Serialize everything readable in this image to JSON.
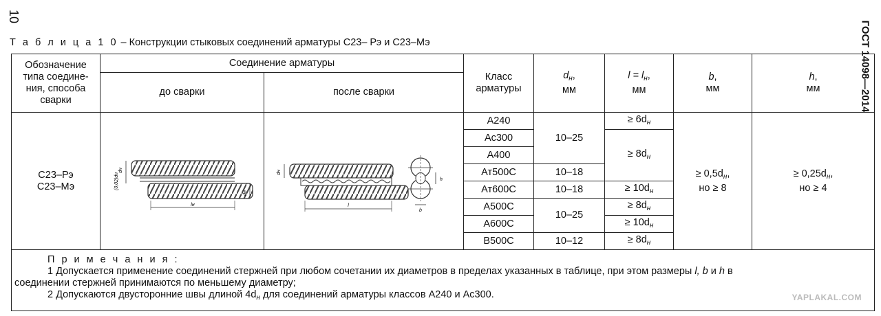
{
  "page_number": "10",
  "standard_code": "ГОСТ 14098—2014",
  "caption": {
    "label": "Т а б л и ц а  1 0",
    "dash": "–",
    "text": "Конструкции стыковых соединений арматуры С23– Рэ и С23–Мэ"
  },
  "headers": {
    "designation": [
      "Обозначение",
      "типа соедине-",
      "ния, способа",
      "сварки"
    ],
    "joint": "Соединение арматуры",
    "before": "до сварки",
    "after": "после сварки",
    "class": [
      "Класс",
      "арматуры"
    ],
    "d_symbol": "d",
    "d_sub": "н",
    "d_unit": "мм",
    "l_symbol": "l = l",
    "l_sub": "н",
    "l_unit": "мм",
    "b_symbol": "b",
    "b_unit": "мм",
    "h_symbol": "h",
    "h_unit": "мм"
  },
  "type_codes": [
    "С23–Рэ",
    "С23–Мэ"
  ],
  "drawing_labels": {
    "d": "dн",
    "gap": "(0,02)dн",
    "ln": "lн",
    "l": "l",
    "b": "b",
    "h": "h"
  },
  "rows": [
    {
      "class": "А240",
      "d": "10–25",
      "l": "≥ 6d"
    },
    {
      "class": "Ас300",
      "d": "",
      "l": "≥ 8d"
    },
    {
      "class": "А400",
      "d": "",
      "l": ""
    },
    {
      "class": "Ат500С",
      "d": "10–18",
      "l": ""
    },
    {
      "class": "Ат600С",
      "d": "10–18",
      "l": "≥ 10d"
    },
    {
      "class": "А500С",
      "d": "10–25",
      "l": "≥ 8d"
    },
    {
      "class": "А600С",
      "d": "",
      "l": "≥ 10d"
    },
    {
      "class": "В500С",
      "d": "10–12",
      "l": "≥ 8d"
    }
  ],
  "b_value": [
    "≥ 0,5d",
    "но ≥ 8"
  ],
  "h_value": [
    "≥ 0,25d",
    "но ≥ 4"
  ],
  "notes": {
    "title": "П р и м е ч а н и я :",
    "note1_a": "1 Допускается применение соединений стержней при любом сочетании их диаметров в пределах указанных в таблице, при этом размеры ",
    "note1_vars": "l, b",
    "note1_and": " и ",
    "note1_h": "h",
    "note1_b": " в",
    "note1_c": "соединении стержней принимаются по меньшему диаметру;",
    "note2_a": "2 Допускаются двусторонние швы длиной 4d",
    "note2_b": " для соединений арматуры классов А240 и Ас300."
  },
  "watermark": "YAPLAKAL.COM"
}
